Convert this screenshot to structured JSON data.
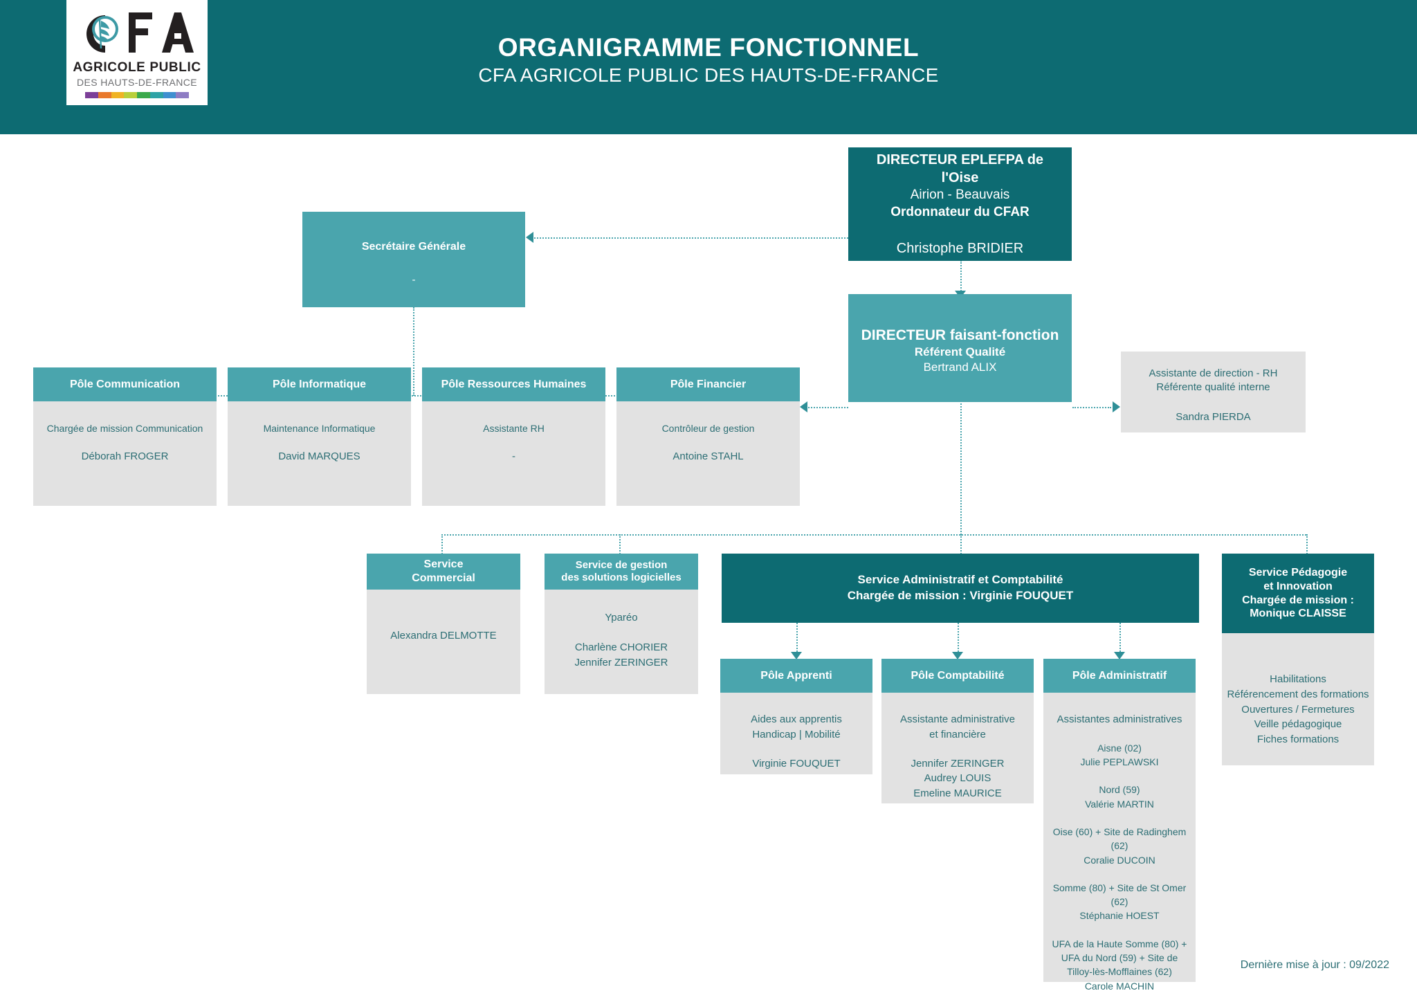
{
  "header": {
    "title": "ORGANIGRAMME FONCTIONNEL",
    "subtitle": "CFA AGRICOLE PUBLIC DES HAUTS-DE-FRANCE",
    "logo": {
      "acronym": "CFA",
      "line1": "AGRICOLE PUBLIC",
      "line2": "DES HAUTS-DE-FRANCE",
      "bar_colors": [
        "#7c3f98",
        "#e9792b",
        "#f0b323",
        "#b9cf3a",
        "#3aa94b",
        "#2ea3a6",
        "#3f8fd0",
        "#8e7cc3"
      ]
    },
    "bg_color": "#0d6b72"
  },
  "colors": {
    "dark_teal": "#0d6b72",
    "mid_teal": "#4aa5ad",
    "light_gray": "#e2e2e2",
    "body_text": "#2c6e74"
  },
  "nodes": {
    "director_eplefpa": {
      "l1": "DIRECTEUR EPLEFPA de l'Oise",
      "l2": "Airion - Beauvais",
      "l3": "Ordonnateur du CFAR",
      "name": "Christophe BRIDIER"
    },
    "director_ff": {
      "l1": "DIRECTEUR faisant-fonction",
      "l2": "Référent Qualité",
      "name": "Bertrand ALIX"
    },
    "secretaire_generale": {
      "title": "Secrétaire Générale",
      "name": "-"
    },
    "assistante_direction": {
      "l1": "Assistante de direction - RH",
      "l2": "Référente qualité interne",
      "name": "Sandra PIERDA"
    },
    "pole_communication": {
      "title": "Pôle Communication",
      "role": "Chargée de mission Communication",
      "name": "Déborah FROGER"
    },
    "pole_informatique": {
      "title": "Pôle Informatique",
      "role": "Maintenance Informatique",
      "name": "David MARQUES"
    },
    "pole_rh": {
      "title": "Pôle Ressources Humaines",
      "role": "Assistante RH",
      "name": "-"
    },
    "pole_financier": {
      "title": "Pôle Financier",
      "role": "Contrôleur de gestion",
      "name": "Antoine STAHL"
    },
    "service_commercial": {
      "title_l1": "Service",
      "title_l2": "Commercial",
      "name": "Alexandra DELMOTTE"
    },
    "service_logiciels": {
      "title_l1": "Service de gestion",
      "title_l2": "des solutions logicielles",
      "role": "Yparéo",
      "name1": "Charlène CHORIER",
      "name2": "Jennifer ZERINGER"
    },
    "service_admin_compta": {
      "l1": "Service Administratif et Comptabilité",
      "l2": "Chargée de mission : Virginie FOUQUET"
    },
    "service_pedagogie": {
      "title_l1": "Service Pédagogie",
      "title_l2": "et Innovation",
      "title_l3": "Chargée de mission :",
      "title_l4": "Monique CLAISSE",
      "items": [
        "Habilitations",
        "Référencement des formations",
        "Ouvertures / Fermetures",
        "Veille pédagogique",
        "Fiches formations"
      ]
    },
    "pole_apprenti": {
      "title": "Pôle Apprenti",
      "role_l1": "Aides aux apprentis",
      "role_l2": "Handicap | Mobilité",
      "name": "Virginie FOUQUET"
    },
    "pole_comptabilite": {
      "title": "Pôle Comptabilité",
      "role_l1": "Assistante administrative",
      "role_l2": "et financière",
      "name1": "Jennifer ZERINGER",
      "name2": "Audrey LOUIS",
      "name3": "Emeline MAURICE"
    },
    "pole_administratif": {
      "title": "Pôle Administratif",
      "role": "Assistantes administratives",
      "entries": [
        {
          "zone": "Aisne (02)",
          "name": "Julie PEPLAWSKI"
        },
        {
          "zone": "Nord (59)",
          "name": "Valérie MARTIN"
        },
        {
          "zone": "Oise (60) + Site de Radinghem (62)",
          "name": "Coralie DUCOIN"
        },
        {
          "zone": "Somme (80) + Site de St Omer (62)",
          "name": "Stéphanie HOEST"
        },
        {
          "zone": "UFA de la Haute Somme (80) + UFA du Nord (59) + Site de Tilloy-lès-Mofflaines (62)",
          "name": "Carole MACHIN"
        }
      ]
    }
  },
  "footer": {
    "last_update": "Dernière mise à jour : 09/2022"
  }
}
